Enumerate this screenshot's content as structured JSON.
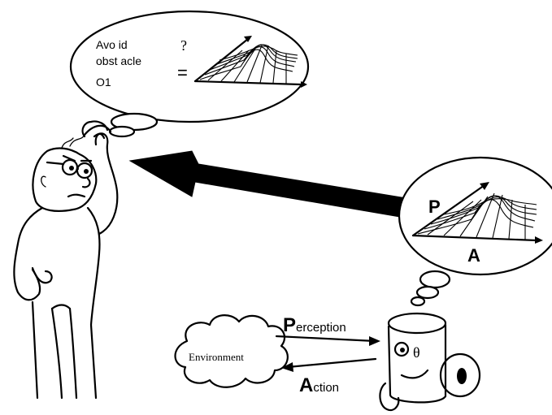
{
  "thought_top": {
    "lines": [
      "Avo id",
      "obst acle",
      "O1"
    ],
    "question_mark": "?",
    "equals_sign": "="
  },
  "thought_right": {
    "p_label": "P",
    "a_label": "A"
  },
  "environment": {
    "label": "Environment"
  },
  "arrows": {
    "perception_initial": "P",
    "perception_rest": "erception",
    "action_initial": "A",
    "action_rest": "ction"
  },
  "robot": {
    "face_symbol": "θ"
  },
  "colors": {
    "ink": "#000000",
    "paper": "#ffffff"
  }
}
